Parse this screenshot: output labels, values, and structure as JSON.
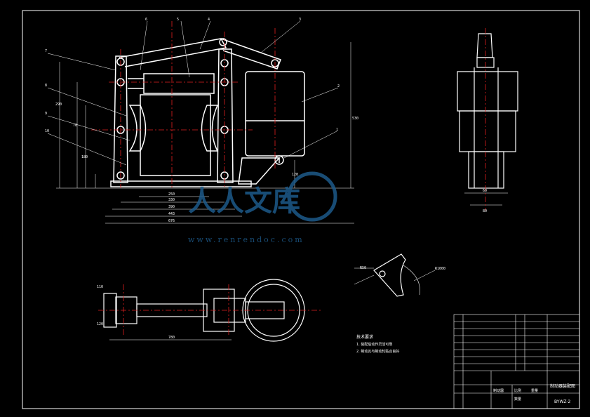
{
  "drawing": {
    "main_view": {
      "part_labels": [
        "7",
        "8",
        "9",
        "10",
        "6",
        "5",
        "4",
        "3",
        "2",
        "1"
      ],
      "dim_labels": [
        "676",
        "443",
        "390",
        "330",
        "250",
        "530",
        "290",
        "70",
        "180",
        "120"
      ]
    },
    "side_view": {
      "dim_labels": [
        "80",
        "60"
      ]
    },
    "section_view": {
      "dim_labels": [
        "780",
        "110",
        "120"
      ]
    },
    "detail_view": {
      "dim_labels": [
        "R50",
        "R1000"
      ]
    },
    "tech_notes": {
      "title": "技术要求",
      "lines": [
        "1. 装配后动作灵活可靠",
        "2. 制动瓦与制动轮贴合良好"
      ]
    }
  },
  "title_block": {
    "drawing_title": "制动器装配图",
    "drawing_number": "BYWZ-2",
    "row_labels": [
      "制动器",
      "比例",
      "数量",
      "重量"
    ]
  },
  "watermark": {
    "brand": "人人文库",
    "url": "www.renrendoc.com"
  }
}
